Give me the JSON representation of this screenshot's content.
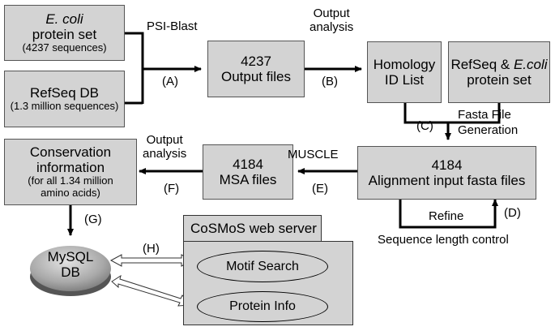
{
  "nodes": {
    "ecoli": {
      "line1": "E. coli",
      "line2": "protein set",
      "line3": "(4237 sequences)"
    },
    "refseq_db": {
      "line1": "RefSeq DB",
      "line2": "(1.3 million sequences)"
    },
    "output_files": {
      "line1": "4237",
      "line2": "Output files"
    },
    "homology": {
      "line1": "Homology",
      "line2": "ID List"
    },
    "refseq_ecoli": {
      "line1": "RefSeq & ",
      "line1_italic": "E.coli",
      "line2": "protein set"
    },
    "alignment": {
      "line1": "4184",
      "line2": "Alignment input fasta files"
    },
    "msa": {
      "line1": "4184",
      "line2": "MSA files"
    },
    "conservation": {
      "line1": "Conservation",
      "line2": "information",
      "line3": "(for all 1.34 million",
      "line4": "amino acids)"
    },
    "mysql": {
      "line1": "MySQL",
      "line2": "DB"
    },
    "webserver": {
      "title": "CoSMoS web server",
      "motif": "Motif Search",
      "protein": "Protein Info"
    }
  },
  "labels": {
    "psi_blast": "PSI-Blast",
    "a": "(A)",
    "output_analysis_1a": "Output",
    "output_analysis_1b": "analysis",
    "b": "(B)",
    "fasta_1": "Fasta File",
    "fasta_2": "Generation",
    "c": "(C)",
    "refine": "Refine",
    "d": "(D)",
    "seq_len": "Sequence length control",
    "muscle": "MUSCLE",
    "e": "(E)",
    "output_analysis_2a": "Output",
    "output_analysis_2b": "analysis",
    "f": "(F)",
    "g": "(G)",
    "h": "(H)"
  }
}
